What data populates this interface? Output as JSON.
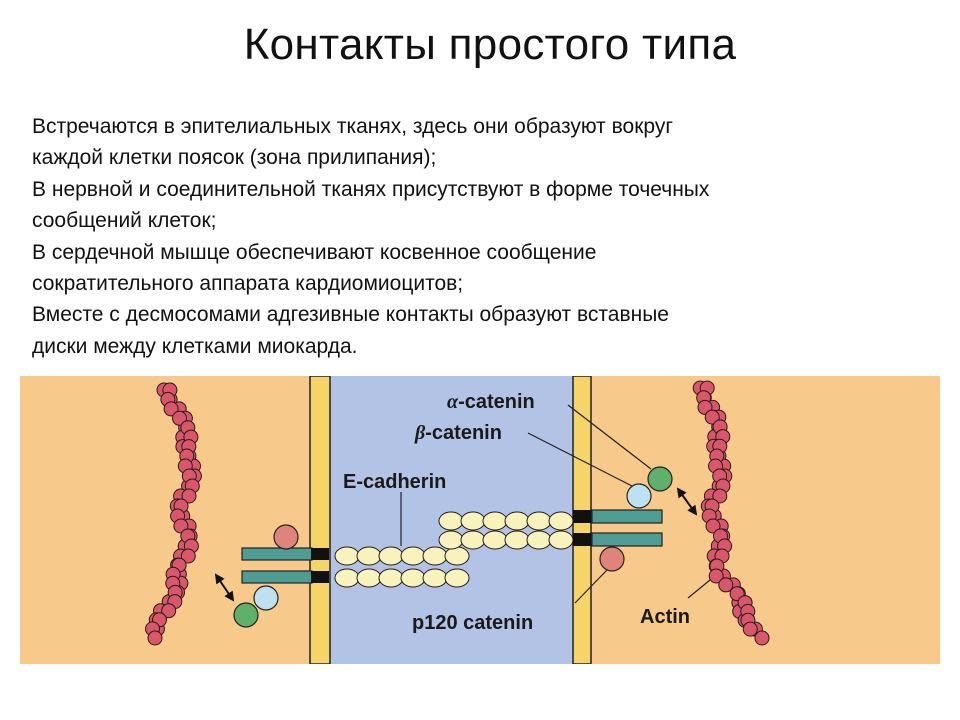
{
  "slide": {
    "title": "Контакты простого типа",
    "lines": [
      "Встречаются в эпителиальных тканях, здесь они образуют вокруг",
      "каждой клетки поясок (зона прилипания);",
      "В нервной и соединительной тканях присутствуют в форме точечных",
      "сообщений клеток;",
      "В сердечной мышце обеспечивают косвенное сообщение",
      "сократительного аппарата кардиомиоцитов;",
      "Вместе с десмосомами адгезивные контакты образуют вставные",
      "диски между клетками миокарда."
    ]
  },
  "diagram": {
    "labels": {
      "alpha_symbol": "α",
      "alpha_text": "-catenin",
      "beta_symbol": "β",
      "beta_text": "-catenin",
      "ecadherin": "E-cadherin",
      "p120": "p120 catenin",
      "actin": "Actin"
    },
    "colors": {
      "cytoplasm": "#f7c98b",
      "intercellular_space": "#b3c3e6",
      "membrane": "#f5d56a",
      "actin_bead": "#d9576b",
      "cadherin_bead": "#f8f3bd",
      "cadherin_tail": "#4e9c94",
      "alpha_catenin": "#5fb06a",
      "beta_catenin": "#bfe0ef",
      "p120_catenin": "#e0837a"
    }
  }
}
